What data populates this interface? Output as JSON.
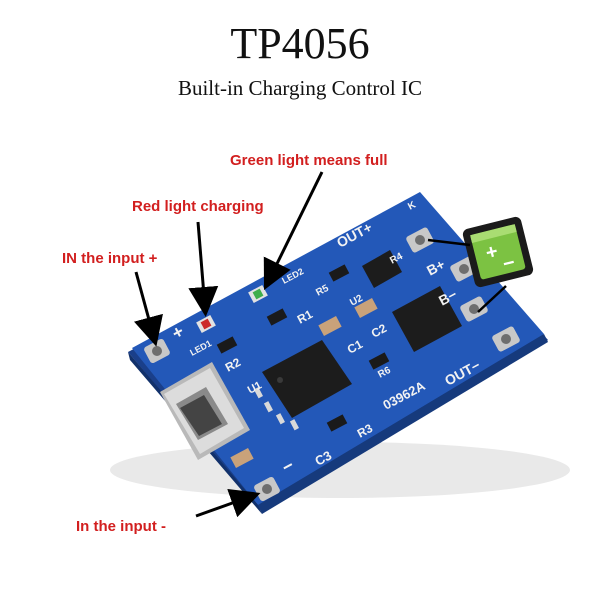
{
  "header": {
    "title": "TP4056",
    "subtitle": "Built-in Charging Control IC"
  },
  "callouts": {
    "green_light": "Green light means full",
    "red_light": "Red light charging",
    "in_plus": "IN the input +",
    "in_minus": "In the input -"
  },
  "board": {
    "color": "#1f4fa8",
    "silkscreen": {
      "out_plus": "OUT+",
      "b_plus": "B+",
      "b_minus": "B−",
      "out_minus": "OUT−",
      "led1": "LED1",
      "led2": "LED2",
      "plus_mark": "+",
      "minus_mark": "−",
      "r1": "R1",
      "r2": "R2",
      "r3": "R3",
      "r4": "R4",
      "r5": "R5",
      "r6": "R6",
      "c1": "C1",
      "c2": "C2",
      "c3": "C3",
      "u1": "U1",
      "u2": "U2",
      "code": "03962A",
      "k_mark": "K"
    }
  },
  "battery_icon": {
    "plus": "+",
    "minus": "−",
    "color": "#7cc242"
  },
  "colors": {
    "callout_text": "#d21f1f",
    "arrow": "#000000"
  }
}
